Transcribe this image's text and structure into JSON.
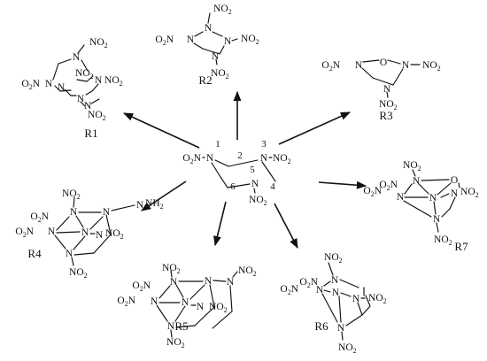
{
  "center": {
    "labels": [
      "O2N",
      "NO2",
      "NO2"
    ],
    "positions": [
      "1",
      "2",
      "3",
      "4",
      "5",
      "6"
    ]
  },
  "structures": [
    {
      "id": "R1",
      "label": "R1"
    },
    {
      "id": "R2",
      "label": "R2"
    },
    {
      "id": "R3",
      "label": "R3"
    },
    {
      "id": "R4",
      "label": "R4"
    },
    {
      "id": "R5",
      "label": "R5"
    },
    {
      "id": "R6",
      "label": "R6"
    },
    {
      "id": "R7",
      "label": "R7"
    }
  ],
  "atom_text": {
    "N": "N",
    "O": "O",
    "no2": "NO2",
    "o2n": "O2N",
    "nh2": "NH2"
  },
  "arrows": [
    {
      "from": "center",
      "to": "R1"
    },
    {
      "from": "center",
      "to": "R2"
    },
    {
      "from": "center",
      "to": "R3"
    },
    {
      "from": "center",
      "to": "R4"
    },
    {
      "from": "center",
      "to": "R5"
    },
    {
      "from": "center",
      "to": "R6"
    },
    {
      "from": "center",
      "to": "R7"
    }
  ]
}
